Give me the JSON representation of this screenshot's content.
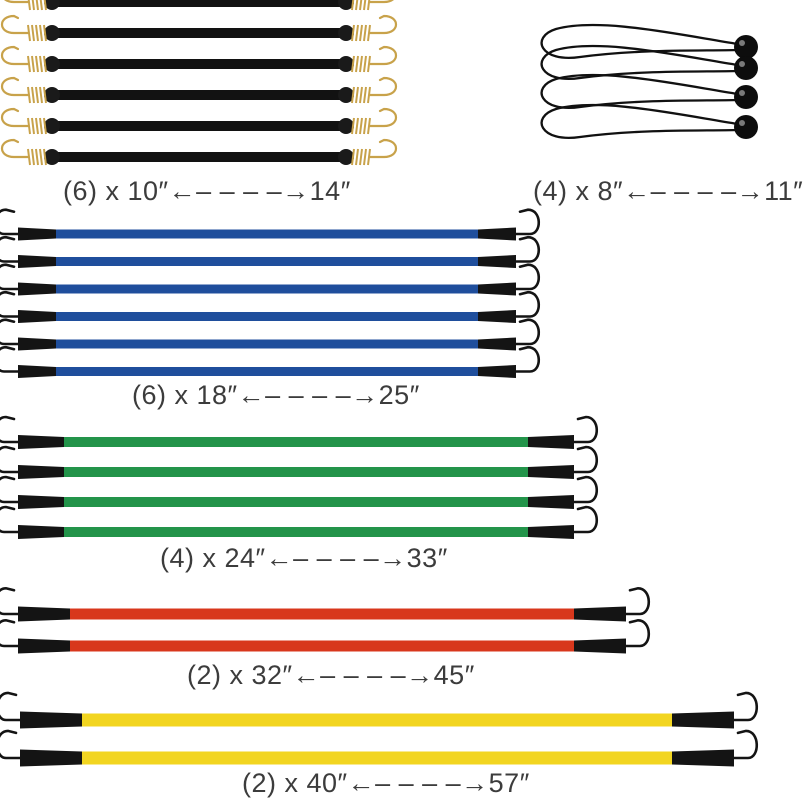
{
  "captions": {
    "black_hooks": "(6)  x  10″←– – – –→14″",
    "ball_bungees": "(4) x 8″←– – – –→11″",
    "blue": "(6)  x  18″←– – – –→25″",
    "green": "(4)  x  24″←– – – –→33″",
    "red": "(2)  x  32″←– – – –→45″",
    "yellow": "(2)  x  40″←– – – –→57″"
  },
  "groups": [
    {
      "id": "black-hook-cords",
      "count": 6,
      "cord_color": "#121212",
      "hook_color": "#c8a24a",
      "style": "brass"
    },
    {
      "id": "ball-bungees",
      "count": 4,
      "cord_color": "#111111",
      "style": "ball"
    },
    {
      "id": "blue-cords",
      "count": 6,
      "cord_color": "#1f4e9c",
      "hook_color": "#141414",
      "style": "plastic"
    },
    {
      "id": "green-cords",
      "count": 4,
      "cord_color": "#23944a",
      "hook_color": "#141414",
      "style": "plastic"
    },
    {
      "id": "red-cords",
      "count": 2,
      "cord_color": "#d8371c",
      "hook_color": "#141414",
      "style": "plastic"
    },
    {
      "id": "yellow-cords",
      "count": 2,
      "cord_color": "#f2d521",
      "hook_color": "#141414",
      "style": "plastic"
    }
  ]
}
